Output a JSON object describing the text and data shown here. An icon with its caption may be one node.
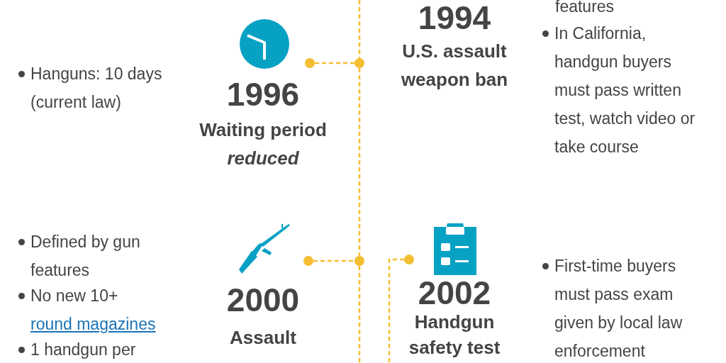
{
  "diagram": {
    "nodes": [
      {
        "text": [],
        "shape": "circle"
      },
      {
        "text": [],
        "shape": "circle"
      },
      {
        "text": [],
        "shape": "circle"
      },
      {
        "text": [],
        "shape": "circle"
      },
      {
        "text": [],
        "shape": "circle"
      }
    ],
    "edges": [
      {
        "from": null,
        "to": 1,
        "arrow": "none",
        "style": "dashed"
      },
      {
        "from": 0,
        "to": 1,
        "arrow": "none",
        "style": "dashed"
      },
      {
        "from": 1,
        "to": 3,
        "arrow": "none",
        "style": "dashed"
      },
      {
        "from": 2,
        "to": 3,
        "arrow": "none",
        "style": "dashed"
      },
      {
        "from": 3,
        "to": null,
        "arrow": "none",
        "style": "dashed"
      },
      {
        "from": 4,
        "to": null,
        "arrow": "none",
        "style": "dashed"
      }
    ],
    "labels": [
      "features",
      "1994",
      "U.S. assault weapon ban",
      "In California, handgun buyers must pass written test, watch video or take course",
      "Hanguns: 10 days (current law)",
      "1996",
      "Waiting period *reduced*",
      "Defined by gun features",
      "No new 10+",
      "round magazines",
      "First-time buyers must pass exam given by local law enforcement",
      "2000",
      "2002",
      "Assault",
      "Handgun safety test",
      "1 handgun per"
    ]
  }
}
